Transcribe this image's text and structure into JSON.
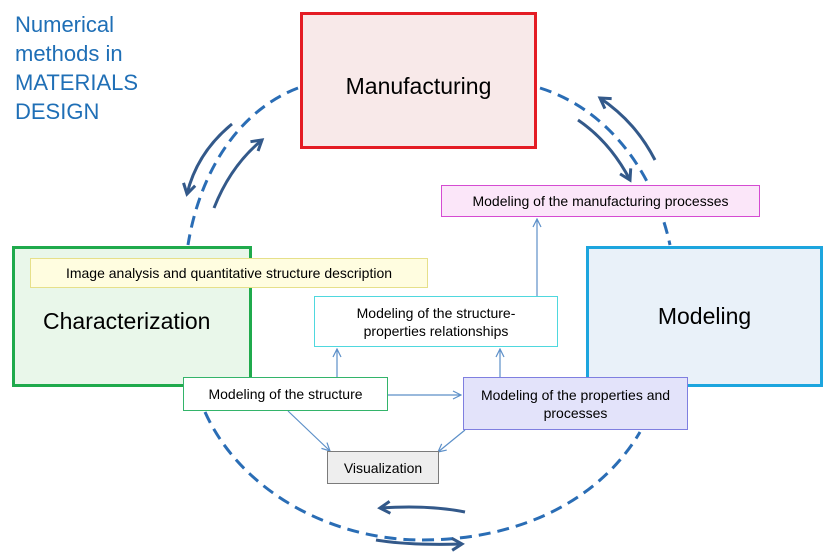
{
  "title_lines": [
    "Numerical",
    "methods in",
    "MATERIALS",
    "DESIGN"
  ],
  "boxes": {
    "manufacturing": "Manufacturing",
    "characterization": "Characterization",
    "modeling": "Modeling",
    "image_analysis": "Image analysis and quantitative structure description",
    "mfg_processes": "Modeling of the manufacturing processes",
    "structure_properties": "Modeling of the structure-properties relationships",
    "structure": "Modeling of the structure",
    "properties": "Modeling of the properties and processes",
    "visualization": "Visualization"
  },
  "colors": {
    "cycle": "#2a6db5",
    "cycle_arrow": "#33598a",
    "connector": "#5c8fc8",
    "title": "#1f6fb6"
  }
}
